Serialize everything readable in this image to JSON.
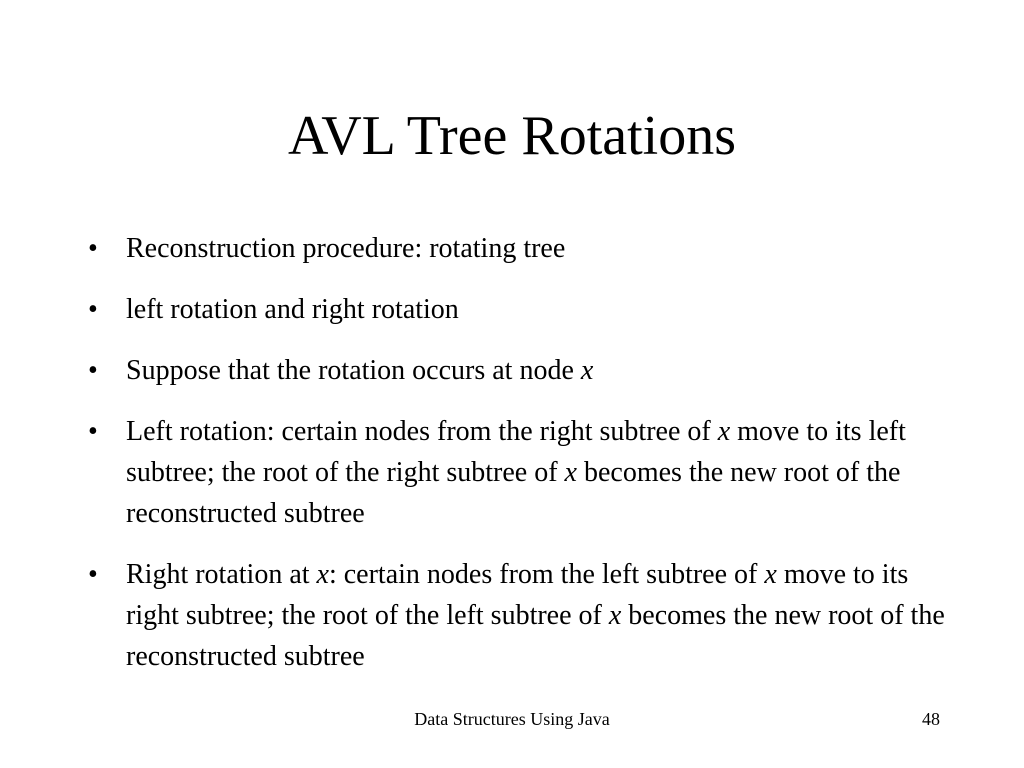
{
  "slide": {
    "title": "AVL Tree Rotations",
    "bullet_symbol": "•",
    "bullets": [
      {
        "parts": [
          "Reconstruction procedure: rotating tree"
        ]
      },
      {
        "parts": [
          "left rotation and right rotation"
        ]
      },
      {
        "parts": [
          "Suppose that the rotation occurs at node ",
          "x"
        ]
      },
      {
        "parts": [
          "Left rotation: certain nodes from the right subtree of ",
          "x",
          " move to its left subtree; the root of the right subtree of ",
          "x",
          " becomes the new root of the reconstructed subtree"
        ]
      },
      {
        "parts": [
          "Right rotation at ",
          "x",
          ": certain nodes from the left subtree of ",
          "x",
          " move to its right subtree; the root of the left subtree of ",
          "x",
          " becomes the new root of the reconstructed subtree"
        ]
      }
    ],
    "footer": {
      "center_text": "Data Structures Using Java",
      "page_number": "48"
    }
  }
}
